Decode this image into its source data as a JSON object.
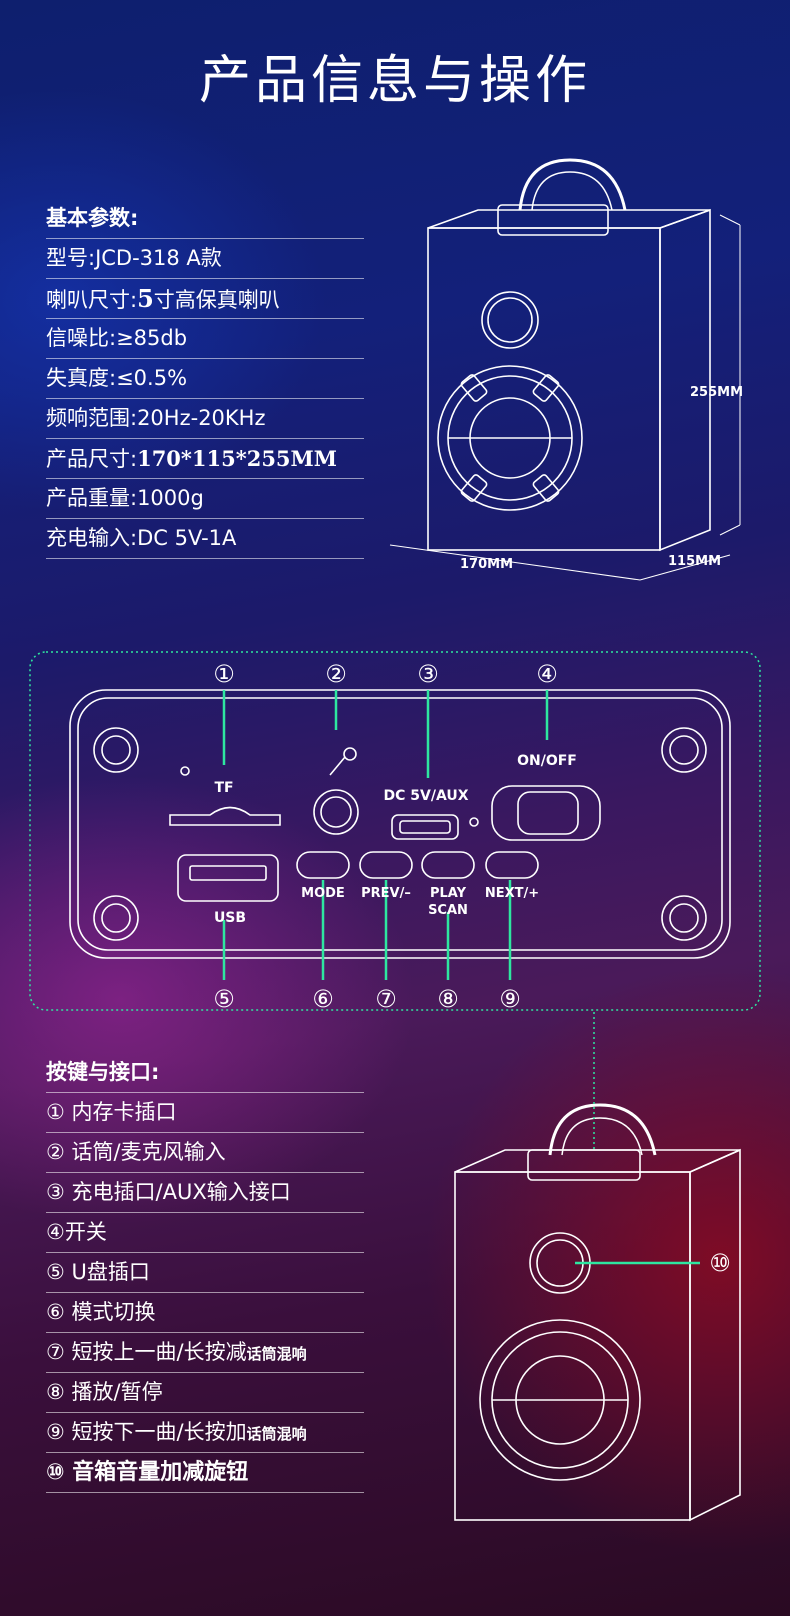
{
  "title": "产品信息与操作",
  "specs": {
    "heading": "基本参数:",
    "model": "型号:JCD-318 A款",
    "speaker_label": "喇叭尺寸:",
    "speaker_num": "5",
    "speaker_rest": "寸高保真喇叭",
    "snr": "信噪比:≥85db",
    "thd": "失真度:≤0.5%",
    "freq": "频响范围:20Hz-20KHz",
    "size_label": "产品尺寸:",
    "size_value": "170*115*255MM",
    "weight": "产品重量:1000g",
    "charge": "充电输入:DC 5V-1A"
  },
  "dimensions": {
    "height": "255MM",
    "width": "170MM",
    "depth": "115MM"
  },
  "panel": {
    "numbers": [
      "①",
      "②",
      "③",
      "④",
      "⑤",
      "⑥",
      "⑦",
      "⑧",
      "⑨"
    ],
    "labels": {
      "tf": "TF",
      "dc": "DC 5V/AUX",
      "onoff": "ON/OFF",
      "usb": "USB",
      "mode": "MODE",
      "prev": "PREV/–",
      "play1": "PLAY",
      "play2": "SCAN",
      "next": "NEXT/+"
    },
    "knob_number": "⑩"
  },
  "buttons_list": {
    "heading": "按键与接口:",
    "items": [
      "① 内存卡插口",
      "② 话筒/麦克风输入",
      "③ 充电插口/AUX输入接口",
      "④开关",
      "⑤ U盘插口",
      "⑥ 模式切换"
    ],
    "item7_main": "⑦ 短按上一曲/长按减",
    "item7_small": "话筒混响",
    "item8": "⑧ 播放/暂停",
    "item9_main": "⑨ 短按下一曲/长按加",
    "item9_small": "话筒混响",
    "item10": "⑩  音箱音量加减旋钮"
  },
  "colors": {
    "accent_green": "#2ee6a0",
    "line": "#ffffff"
  }
}
